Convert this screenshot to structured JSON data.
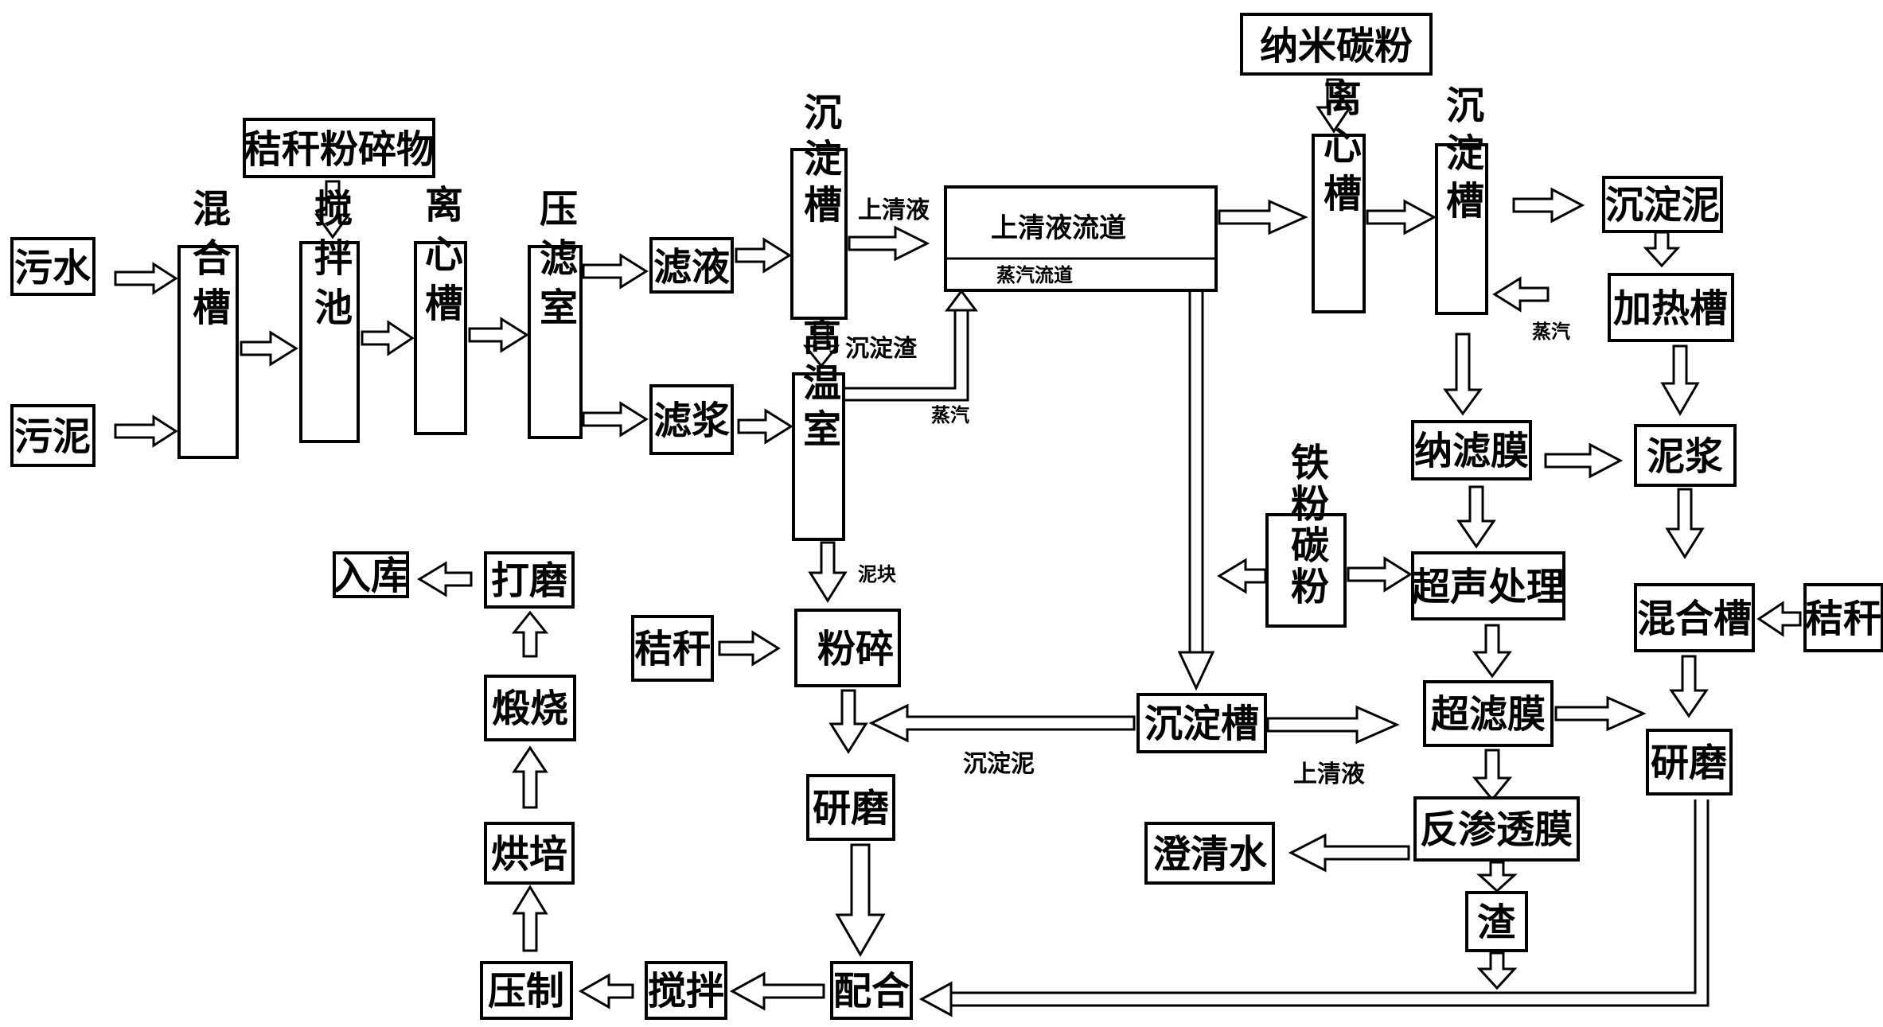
{
  "nodes": {
    "wastewater": "污水",
    "sludge": "污泥",
    "mix_tank_1": "混合槽",
    "straw_crushed": "秸秆粉碎物",
    "stir_pool": "搅拌池",
    "centrifuge_1": "离心槽",
    "press_filter": "压滤室",
    "filtrate": "滤液",
    "filter_slurry": "滤浆",
    "settling_tank_1": "沉淀槽",
    "high_temp_room": "高温室",
    "channel_supernatant": "上清液流道",
    "channel_steam": "蒸汽流道",
    "nano_carbon": "纳米碳粉",
    "centrifuge_2": "离心槽",
    "settling_tank_2": "沉淀槽",
    "settled_mud": "沉淀泥",
    "heating_tank": "加热槽",
    "nanofiltration": "纳滤膜",
    "mud_slurry": "泥浆",
    "iron_carbon": "铁粉碳粉",
    "ultrasonic": "超声处理",
    "mix_tank_2": "混合槽",
    "straw_2": "秸秆",
    "ultrafiltration": "超滤膜",
    "grinding_2": "研磨",
    "reverse_osmosis": "反渗透膜",
    "clear_water": "澄清水",
    "residue": "渣",
    "settling_tank_3": "沉淀槽",
    "straw_1": "秸秆",
    "crushing": "粉碎",
    "grinding_1": "研磨",
    "compounding": "配合",
    "stirring": "搅拌",
    "pressing": "压制",
    "baking": "烘培",
    "calcining": "煅烧",
    "polishing": "打磨",
    "storage": "入库"
  },
  "edge_labels": {
    "supernatant_1": "上清液",
    "sediment_residue": "沉淀渣",
    "steam_1": "蒸汽",
    "mud_block": "泥块",
    "steam_2": "蒸汽",
    "settled_mud": "沉淀泥",
    "supernatant_2": "上清液"
  }
}
